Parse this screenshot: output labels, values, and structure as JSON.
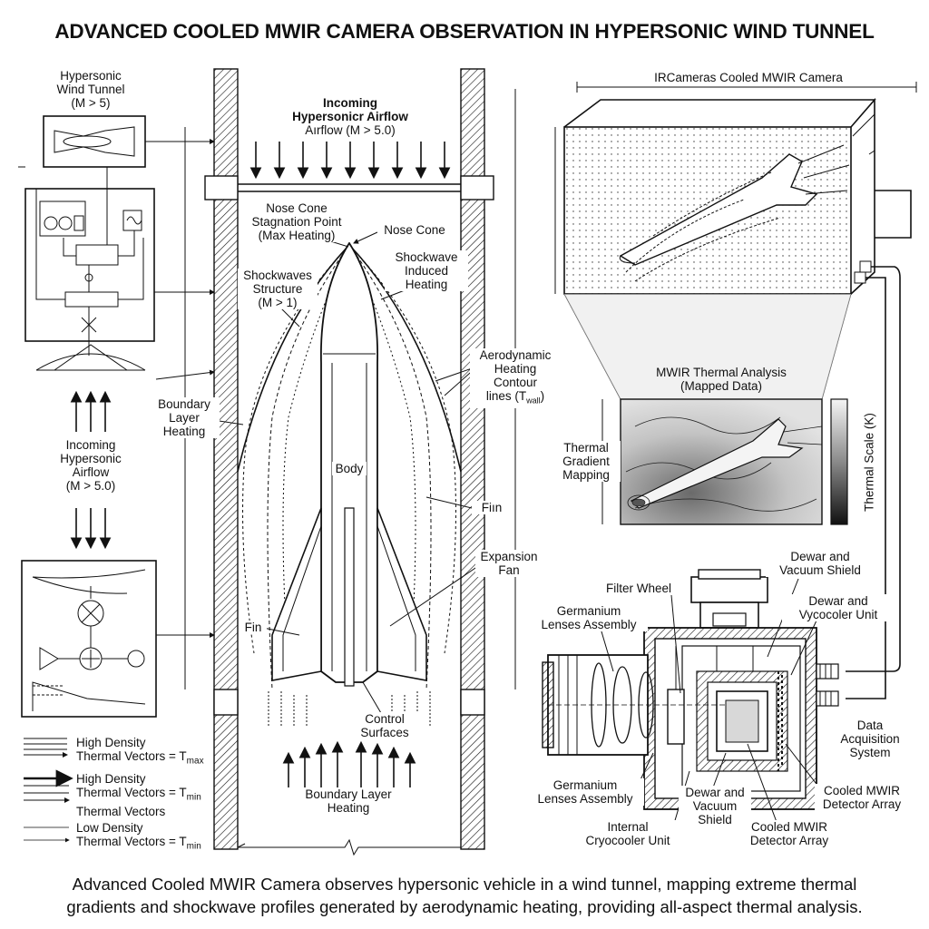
{
  "title": "ADVANCED COOLED MWIR CAMERA OBSERVATION IN HYPERSONIC WIND TUNNEL",
  "caption": {
    "line1": "Advanced Cooled MWIR Camera observes hypersonic vehicle in a wind tunnel, mapping extreme thermal",
    "line2": "gradients and shockwave profiles generated by aerodynamic heating, providing all-aspect thermal analysis."
  },
  "left_panel": {
    "tunnel_label": [
      "Hypersonic",
      "Wind Tunnel",
      "(M > 5)"
    ],
    "airflow_label": [
      "Incoming",
      "Hypersonic",
      "Airflow",
      "(M > 5.0)"
    ]
  },
  "legend": [
    {
      "line1": "High Density",
      "line2": "Thermal Vectors = T",
      "sub": "max"
    },
    {
      "line1": "High Density",
      "line2": "Thermal Vectors = T",
      "sub": "min",
      "line3": "Thermal Vectors"
    },
    {
      "line1": "Low Density",
      "line2": "Thermal Vectors = T",
      "sub": "min"
    }
  ],
  "tunnel": {
    "incoming_line1": "Incoming",
    "incoming_line2": "Hypersonicr Airflow",
    "incoming_line3": "Aırflow (M > 5.0)",
    "nose_cone_stag": [
      "Nose Cone",
      "Stagnation Point",
      "(Max Heating)"
    ],
    "nose_cone": "Nose Cone",
    "shockwave_heating": [
      "Shockwave",
      "Induced",
      "Heating"
    ],
    "shockwave_structure": [
      "Shockwaves",
      "Structure",
      "(M > 1)"
    ],
    "aero_heating": [
      "Aerodynamic",
      "Heating",
      "Contour",
      "lines (T"
    ],
    "aero_sub": "wall",
    "boundary_layer": [
      "Boundary",
      "Layer",
      "Heating"
    ],
    "body": "Body",
    "fin_right": "Fiın",
    "expansion_fan": [
      "Expansion",
      "Fan"
    ],
    "fin_left": "Fin",
    "control_surfaces": [
      "Control",
      "Surfaces"
    ],
    "boundary_layer_bottom": [
      "Boundary Layer",
      "Heating"
    ]
  },
  "camera_view": {
    "header": "IRCameras Cooled MWIR Camera"
  },
  "thermal_analysis": {
    "title": [
      "MWIR Thermal Analysis",
      "(Mapped Data)"
    ],
    "gradient_label": [
      "Thermal",
      "Gradient",
      "Mapping"
    ],
    "scale_label": "Thermal Scale (K)"
  },
  "camera_parts": {
    "filter_wheel": "Filter Wheel",
    "dewar_shield_top": [
      "Dewar and",
      "Vacuum Shield"
    ],
    "dewar_cooler": [
      "Dewar and",
      "Vycocoler Unit"
    ],
    "germanium_top": [
      "Germanium",
      "Lenses Assembly"
    ],
    "data_acq": [
      "Data",
      "Acquisition",
      "System"
    ],
    "germanium_bottom": [
      "Germanium",
      "Lenses Assembly"
    ],
    "dewar_shield_bottom": [
      "Dewar and",
      "Vacuum",
      "Shield"
    ],
    "cooled_array_right": [
      "Cooled MWIR",
      "Detector Array"
    ],
    "internal_cryo": [
      "Internal",
      "Cryocooler Unit"
    ],
    "cooled_array_bottom": [
      "Cooled MWIR",
      "Detector Array"
    ]
  }
}
